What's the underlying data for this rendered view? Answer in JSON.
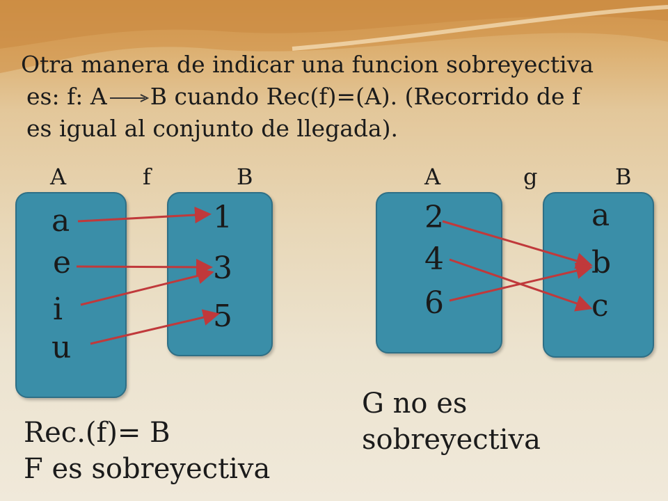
{
  "text": {
    "line1": "Otra manera de indicar una funcion sobreyectiva",
    "line2_pre": "es: f:  A",
    "line2_post": "B cuando Rec(f)=(A). (Recorrido de f",
    "line3": "es igual al conjunto de llegada)."
  },
  "left": {
    "domain_label": "A",
    "function_label": "f",
    "codomain_label": "B",
    "domain": [
      "a",
      "e",
      "i",
      "u"
    ],
    "codomain": [
      "1",
      "3",
      "5"
    ],
    "mapping": [
      [
        "a",
        "1"
      ],
      [
        "e",
        "3"
      ],
      [
        "i",
        "3"
      ],
      [
        "u",
        "5"
      ]
    ],
    "caption_line1": "Rec.(f)= B",
    "caption_line2": "F es sobreyectiva"
  },
  "right": {
    "domain_label": "A",
    "function_label": "g",
    "codomain_label": "B",
    "domain": [
      "2",
      "4",
      "6"
    ],
    "codomain": [
      "a",
      "b",
      "c"
    ],
    "mapping": [
      [
        "2",
        "b"
      ],
      [
        "4",
        "c"
      ],
      [
        "6",
        "b"
      ]
    ],
    "caption_line1": "G no es",
    "caption_line2": "sobreyectiva"
  },
  "colors": {
    "box_fill": "#3a8ea8",
    "arrow": "#c0393b"
  }
}
